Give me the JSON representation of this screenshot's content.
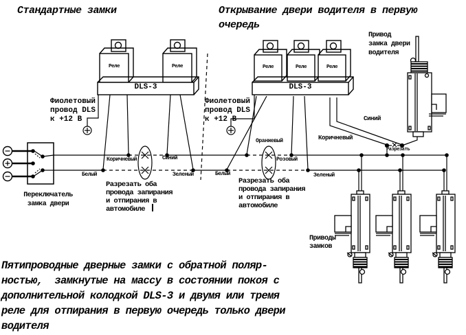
{
  "titles": {
    "left": "Стандартные замки",
    "right": "Открывание двери водителя в первую\nочередь"
  },
  "blocks": {
    "unit_label": "DLS-3",
    "relay_label": "Реле"
  },
  "labels": {
    "violet_wire": "Фиолетовый\nпровод DLS\nк +12 В",
    "brown_left": "Коричневый",
    "blue_left": "Синий",
    "white_left": "Белый",
    "green_left": "Зеленый",
    "orange": "Оранжевый",
    "pink": "Розовый",
    "white_right": "Белый",
    "green_right": "Зеленый",
    "brown_right": "Коричневый",
    "blue_right": "Синий",
    "cut_small": "Разрезать",
    "switch": "Переключатель\nзамка двери",
    "driver_actuator": "Привод\nзамка двери\nводителя",
    "actuators": "Приводы\nзамков"
  },
  "notes": {
    "cut_both": "Разрезать оба\nпровода запирания\nи отпирания в\nавтомобиле",
    "bottom": "Пятипроводные дверные замки с обратной поляр-\nностью,  замкнутые на массу в состоянии покоя с\nдополнительной колодкой DLS-3 и двумя или тремя\nреле для отпирания в первую очередь только двери\nводителя"
  },
  "colors": {
    "foreground": "#000000",
    "background": "#ffffff"
  }
}
